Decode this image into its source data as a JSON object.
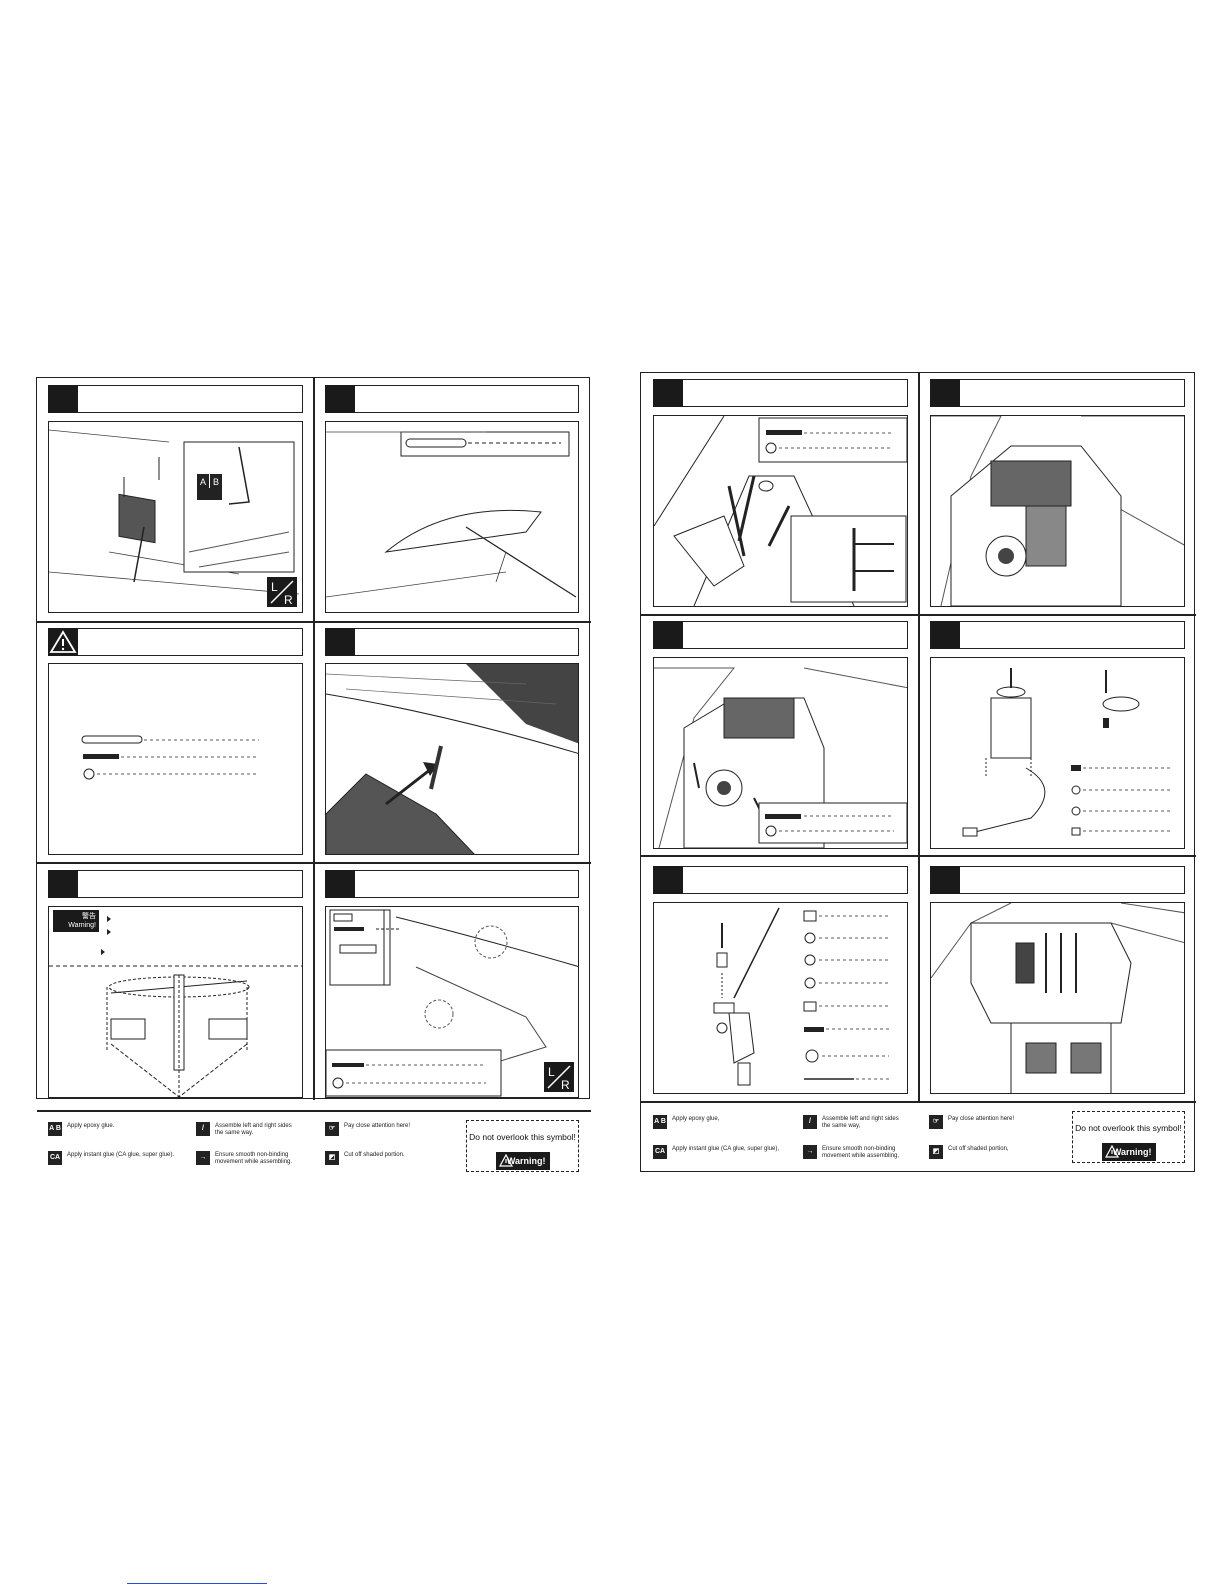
{
  "document": {
    "pages": [
      {
        "id": "left-page",
        "steps": [
          {
            "id": "l1",
            "number": ""
          },
          {
            "id": "l2",
            "number": ""
          },
          {
            "id": "l3",
            "warning_icon": "warning-triangle-icon"
          },
          {
            "id": "l4",
            "number": ""
          },
          {
            "id": "l5",
            "number": ""
          },
          {
            "id": "l6",
            "number": ""
          }
        ],
        "warning_label_cn": "警告",
        "warning_label_en": "Warning!"
      },
      {
        "id": "right-page",
        "steps": [
          {
            "id": "r1",
            "number": ""
          },
          {
            "id": "r2",
            "number": ""
          },
          {
            "id": "r3",
            "number": ""
          },
          {
            "id": "r4",
            "number": ""
          },
          {
            "id": "r5",
            "number": ""
          },
          {
            "id": "r6",
            "number": ""
          }
        ]
      }
    ],
    "callout_letters": {
      "a": "A",
      "b": "B"
    },
    "lr_badge": {
      "l": "L",
      "r": "R"
    },
    "legend": {
      "epoxy": "Apply epoxy glue.",
      "epoxy_icon_text": "A B",
      "ca": "Apply instant glue (CA glue, super glue).",
      "ca_icon_text": "CA",
      "lr": "Assemble left and right sides the same way.",
      "smooth": "Ensure smooth non-binding movement while assembling.",
      "attention": "Pay close attention here!",
      "cutoff": "Cut off shaded portion.",
      "overlook": "Do not overlook this symbol!",
      "warning": "Warning!"
    },
    "legend_right": {
      "epoxy": "Apply epoxy glue,",
      "ca": "Apply instant glue (CA glue, super glue),",
      "lr": "Assemble left and right sides the same way,",
      "smooth": "Ensure smooth non-binding movement while assembling,",
      "attention": "Pay close attention here!",
      "cutoff": "Cut off shaded portion,",
      "overlook": "Do not overlook this symbol!",
      "warning": "Warning!"
    },
    "colors": {
      "ink": "#1a1a1a",
      "footer_link": "#2a49d8"
    }
  }
}
